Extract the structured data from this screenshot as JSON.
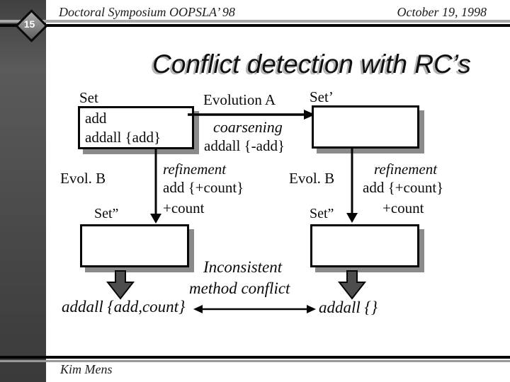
{
  "header": {
    "slide_number": "15",
    "event": "Doctoral Symposium OOPSLA’ 98",
    "date": "October 19, 1998"
  },
  "title": "Conflict detection with RC’s",
  "diagram": {
    "set": {
      "label": "Set",
      "line1": "add",
      "line2": "addall {add}"
    },
    "evolution_a": {
      "label": "Evolution A",
      "kind": "coarsening",
      "detail": "addall {-add}"
    },
    "set_prime": {
      "label": "Set’"
    },
    "left_branch": {
      "evol": "Evol. B",
      "kind": "refinement",
      "detail1": "add {+count}",
      "detail2": "+count",
      "set": "Set”",
      "result": "addall {add,count}"
    },
    "right_branch": {
      "evol": "Evol. B",
      "kind": "refinement",
      "detail1": "add {+count}",
      "detail2": "+count",
      "set": "Set”",
      "result": "addall {}"
    },
    "conflict": {
      "line1": "Inconsistent",
      "line2": "method conflict"
    }
  },
  "footer": {
    "author": "Kim Mens"
  },
  "colors": {
    "right_branch_gray": "#7f7f7f",
    "box_shadow_gray": "#8a8a8a",
    "block_arrow_fill": "#4d4d4d"
  }
}
